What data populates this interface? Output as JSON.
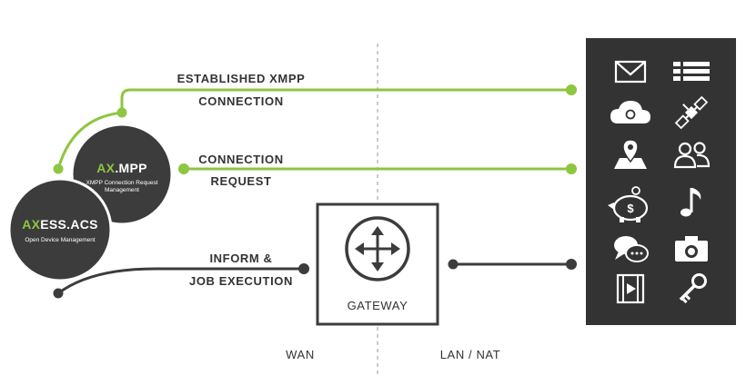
{
  "labels": {
    "xmpp_line1": "ESTABLISHED XMPP",
    "xmpp_line2": "CONNECTION",
    "request_line1": "CONNECTION",
    "request_line2": "REQUEST",
    "inform_line1": "INFORM &",
    "inform_line2": "JOB EXECUTION",
    "gateway": "GATEWAY",
    "wan": "WAN",
    "lan": "LAN / NAT"
  },
  "axmpp": {
    "brand_prefix": "AX",
    "brand_suffix": ".MPP",
    "sub1": "XMPP Connection Request",
    "sub2": "Management"
  },
  "axess": {
    "brand_prefix": "AX",
    "brand_suffix": "ESS.ACS",
    "sub": "Open Device Management"
  },
  "icons": [
    "envelope-icon",
    "list-icon",
    "cloud-icon",
    "satellite-icon",
    "map-pin-icon",
    "users-icon",
    "piggy-bank-icon",
    "music-note-icon",
    "chat-bubble-icon",
    "camera-icon",
    "video-icon",
    "key-icon"
  ],
  "colors": {
    "green": "#8dc63f",
    "dark": "#3c3c3c",
    "panel": "#333333",
    "text": "#333333"
  }
}
